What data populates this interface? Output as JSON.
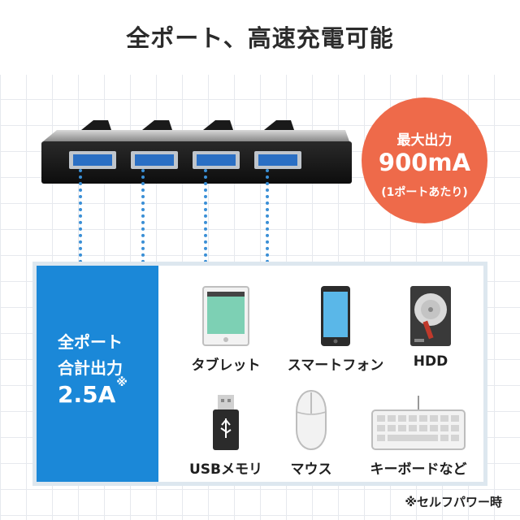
{
  "title": "全ポート、高速充電可能",
  "badge": {
    "line1": "最大出力",
    "line2": "900mA",
    "line3": "(1ポートあたり)"
  },
  "total": {
    "line1": "全ポート",
    "line2": "合計出力",
    "value": "2.5A",
    "mark": "※"
  },
  "devices": [
    {
      "label": "タブレット",
      "icon": "tablet-icon"
    },
    {
      "label": "スマートフォン",
      "icon": "smartphone-icon"
    },
    {
      "label": "HDD",
      "icon": "hdd-icon"
    },
    {
      "label": "USBメモリ",
      "icon": "usb-memory-icon"
    },
    {
      "label": "マウス",
      "icon": "mouse-icon"
    },
    {
      "label": "キーボードなど",
      "icon": "keyboard-icon"
    }
  ],
  "footnote": "※セルフパワー時",
  "colors": {
    "blue": "#1b88d8",
    "orange": "#ee6a4a",
    "cable": "#3a8fd6"
  }
}
